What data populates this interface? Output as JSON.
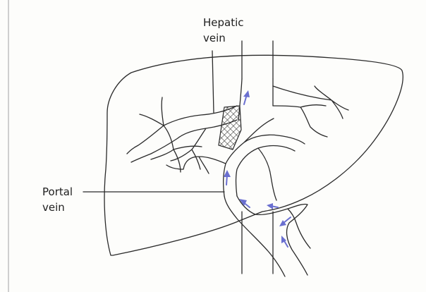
{
  "labels": {
    "hepatic_vein": [
      "Hepatic",
      "vein"
    ],
    "portal_vein": [
      "Portal",
      "vein"
    ]
  },
  "colors": {
    "outline": "#2a2a2a",
    "arrow": "#6a6fd0",
    "mesh": "#2a2a2a",
    "border": "#cfcfcf"
  }
}
